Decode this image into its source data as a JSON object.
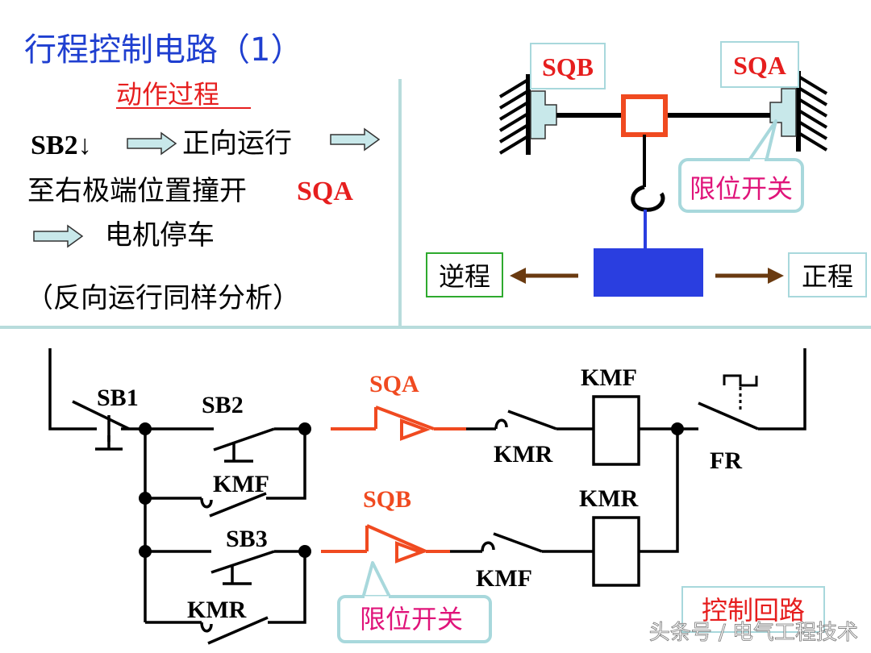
{
  "colors": {
    "title_blue": "#1f3fd0",
    "emphasis_red": "#e61e1e",
    "switch_orange": "#f04a20",
    "magenta": "#e0147a",
    "callout_border": "#a8d8dc",
    "arrow_fill": "#c8e8ea",
    "weight_blue": "#2a3ee0",
    "arrow_brown": "#6a3a10",
    "green_border": "#2eaa2e",
    "divider": "#b8dcdc"
  },
  "left_panel": {
    "title": "行程控制电路（1）",
    "subtitle": "动作过程",
    "line1_a": "SB2↓",
    "line1_b": "正向运行",
    "line2_a": "至右极端位置撞开",
    "line2_b": "SQA",
    "line3": "电机停车",
    "line4": "（反向运行同样分析）"
  },
  "mechanism": {
    "switch_left": "SQB",
    "switch_right": "SQA",
    "callout": "限位开关",
    "reverse": "逆程",
    "forward": "正程"
  },
  "circuit": {
    "sb1": "SB1",
    "sb2": "SB2",
    "sb3": "SB3",
    "kmf_holding": "KMF",
    "kmr_holding": "KMR",
    "sqa": "SQA",
    "sqb": "SQB",
    "kmr_interlock": "KMR",
    "kmf_interlock": "KMF",
    "coil_kmf": "KMF",
    "coil_kmr": "KMR",
    "fr": "FR",
    "callout": "限位开关",
    "caption": "控制回路"
  },
  "watermark": "头条号 / 电气工程技术"
}
